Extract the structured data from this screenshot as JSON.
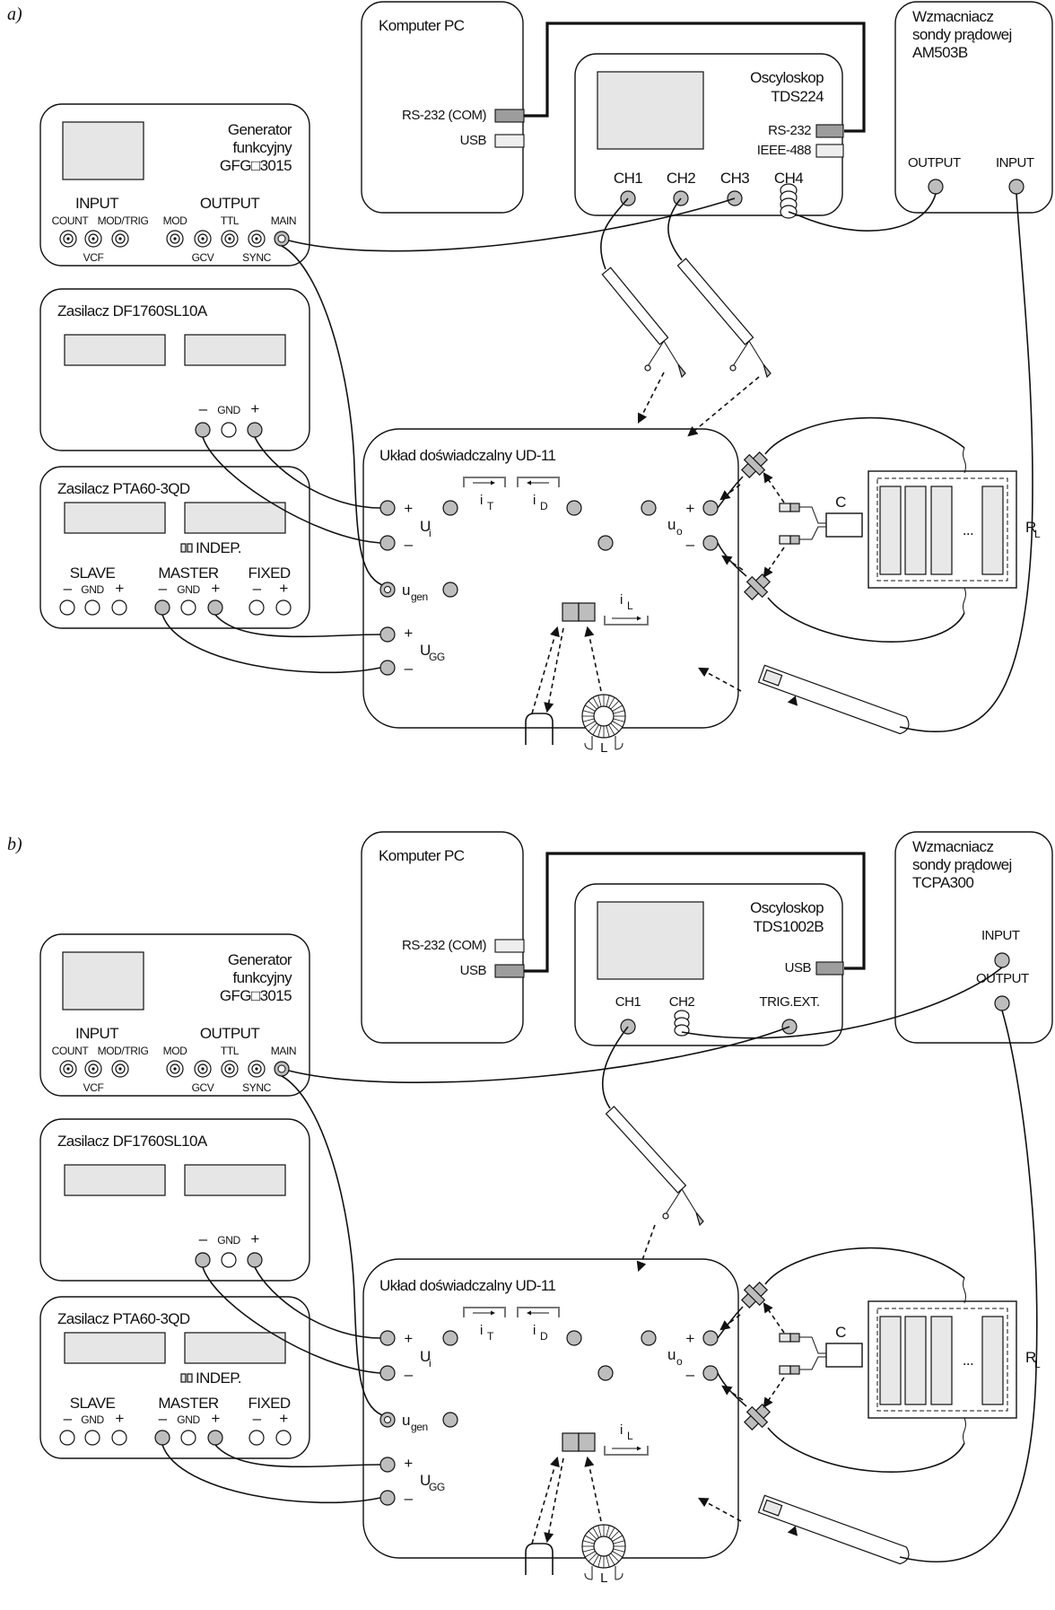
{
  "panels": [
    {
      "tag": "a)",
      "pc": {
        "title": "Komputer PC",
        "port_a": "RS-232 (COM)",
        "port_b": "USB"
      },
      "scope": {
        "title_1": "Oscyloskop",
        "title_2": "TDS224",
        "port_1": "RS-232",
        "port_2": "IEEE-488",
        "channels": [
          "CH1",
          "CH2",
          "CH3",
          "CH4"
        ]
      },
      "amp": {
        "title_1": "Wzmacniacz",
        "title_2": "sondy prądowej",
        "title_3": "AM503B",
        "label_a": "OUTPUT",
        "label_b": "INPUT"
      },
      "gen": {
        "title_1": "Generator",
        "title_2": "funkcyjny",
        "title_3": "GFG□3015",
        "input": "INPUT",
        "output": "OUTPUT",
        "top_labels": [
          "COUNT",
          "MOD/TRIG",
          "MOD",
          "TTL",
          "MAIN"
        ],
        "bottom_labels": [
          "VCF",
          "GCV",
          "SYNC"
        ]
      },
      "psu1": {
        "title": "Zasilacz DF1760SL10A",
        "minus": "–",
        "gnd": "GND",
        "plus": "+"
      },
      "psu2": {
        "title": "Zasilacz PTA60-3QD",
        "indep": "INDEP.",
        "slave": "SLAVE",
        "master": "MASTER",
        "fixed": "FIXED",
        "sym_minus": "–",
        "sym_gnd": "GND",
        "sym_plus": "+"
      },
      "board": {
        "title": "Układ doświadczalny UD-11",
        "ui": "U",
        "ui_sub": "i",
        "ugen": "u",
        "ugen_sub": "gen",
        "ugg": "U",
        "ugg_sub": "GG",
        "iT": "i",
        "iT_sub": "T",
        "iD": "i",
        "iD_sub": "D",
        "iL": "i",
        "iL_sub": "L",
        "uo": "u",
        "uo_sub": "o",
        "plus": "+",
        "minus": "–"
      },
      "cap": "C",
      "load": {
        "label": "R",
        "sub": "L",
        "dots": "..."
      },
      "inductor": "L"
    },
    {
      "tag": "b)",
      "pc": {
        "title": "Komputer PC",
        "port_a": "RS-232 (COM)",
        "port_b": "USB"
      },
      "scope": {
        "title_1": "Oscyloskop",
        "title_2": "TDS1002B",
        "port_1": "USB",
        "channels": [
          "CH1",
          "CH2",
          "TRIG.EXT."
        ]
      },
      "amp": {
        "title_1": "Wzmacniacz",
        "title_2": "sondy prądowej",
        "title_3": "TCPA300",
        "label_a": "INPUT",
        "label_b": "OUTPUT"
      },
      "gen": {
        "title_1": "Generator",
        "title_2": "funkcyjny",
        "title_3": "GFG□3015",
        "input": "INPUT",
        "output": "OUTPUT",
        "top_labels": [
          "COUNT",
          "MOD/TRIG",
          "MOD",
          "TTL",
          "MAIN"
        ],
        "bottom_labels": [
          "VCF",
          "GCV",
          "SYNC"
        ]
      },
      "psu1": {
        "title": "Zasilacz DF1760SL10A",
        "minus": "–",
        "gnd": "GND",
        "plus": "+"
      },
      "psu2": {
        "title": "Zasilacz PTA60-3QD",
        "indep": "INDEP.",
        "slave": "SLAVE",
        "master": "MASTER",
        "fixed": "FIXED",
        "sym_minus": "–",
        "sym_gnd": "GND",
        "sym_plus": "+"
      },
      "board": {
        "title": "Układ doświadczalny UD-11",
        "ui": "U",
        "ui_sub": "i",
        "ugen": "u",
        "ugen_sub": "gen",
        "ugg": "U",
        "ugg_sub": "GG",
        "iT": "i",
        "iT_sub": "T",
        "iD": "i",
        "iD_sub": "D",
        "iL": "i",
        "iL_sub": "L",
        "uo": "u",
        "uo_sub": "o",
        "plus": "+",
        "minus": "–"
      },
      "cap": "C",
      "load": {
        "label": "R",
        "sub": "L",
        "dots": "..."
      },
      "inductor": "L"
    }
  ]
}
